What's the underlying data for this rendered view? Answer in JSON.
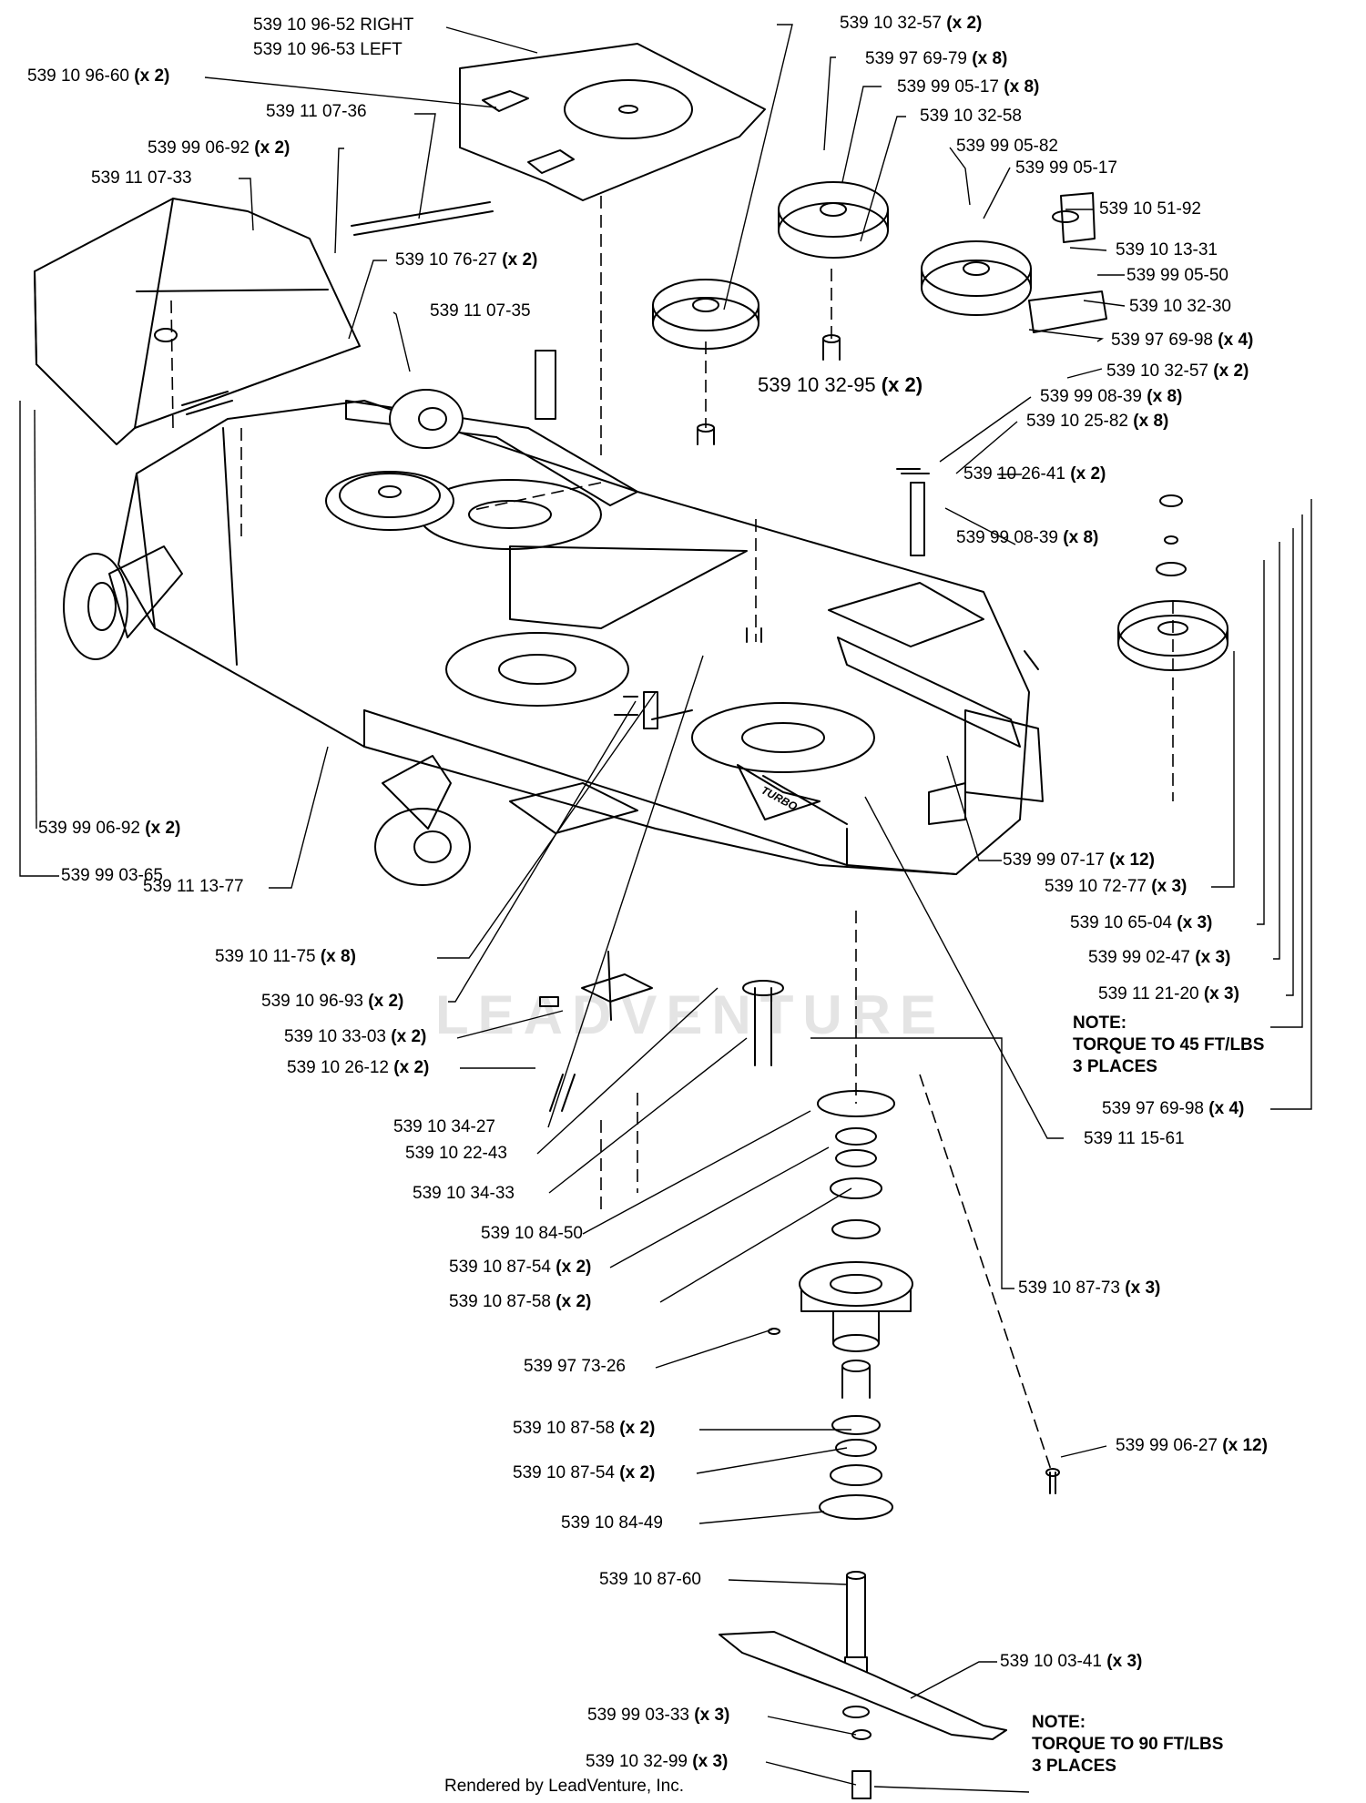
{
  "watermark": "LEADVENTURE",
  "footer": "Rendered by LeadVenture, Inc.",
  "deck_logo": "TURBO",
  "notes": {
    "note_upper": {
      "line1": "NOTE:",
      "line2": "TORQUE TO 45 FT/LBS",
      "line3": "3 PLACES"
    },
    "note_lower": {
      "line1": "NOTE:",
      "line2": "TORQUE TO 90 FT/LBS",
      "line3": "3 PLACES"
    }
  },
  "labels": {
    "p01": {
      "part": "539 10 96-52 RIGHT",
      "qty": ""
    },
    "p02": {
      "part": "539 10 96-53 LEFT",
      "qty": ""
    },
    "p03": {
      "part": "539 10 96-60",
      "qty": "(x 2)"
    },
    "p04": {
      "part": "539 11 07-36",
      "qty": ""
    },
    "p05": {
      "part": "539 99 06-92",
      "qty": "(x 2)"
    },
    "p06": {
      "part": "539 11 07-33",
      "qty": ""
    },
    "p07": {
      "part": "539 10 76-27",
      "qty": "(x 2)"
    },
    "p08": {
      "part": "539 11 07-35",
      "qty": ""
    },
    "p09": {
      "part": "539 10 32-57",
      "qty": "(x 2)"
    },
    "p10": {
      "part": "539 97 69-79",
      "qty": "(x 8)"
    },
    "p11": {
      "part": "539 99 05-17",
      "qty": "(x 8)"
    },
    "p12": {
      "part": "539 10 32-58",
      "qty": ""
    },
    "p13": {
      "part": "539 99 05-82",
      "qty": ""
    },
    "p14": {
      "part": "539 99 05-17",
      "qty": ""
    },
    "p15": {
      "part": "539 10 51-92",
      "qty": ""
    },
    "p16": {
      "part": "539 10 13-31",
      "qty": ""
    },
    "p17": {
      "part": "539 99 05-50",
      "qty": ""
    },
    "p18": {
      "part": "539 10 32-30",
      "qty": ""
    },
    "p19": {
      "part": "539 97 69-98",
      "qty": "(x 4)"
    },
    "p20": {
      "part": "539 10 32-57",
      "qty": "(x 2)"
    },
    "p21": {
      "part": "539 10 32-95",
      "qty": "(x 2)"
    },
    "p22": {
      "part": "539 99 08-39",
      "qty": "(x 8)"
    },
    "p23": {
      "part": "539 10 25-82",
      "qty": "(x 8)"
    },
    "p24": {
      "part": "539 10 26-41",
      "qty": "(x 2)"
    },
    "p25": {
      "part": "539 99 08-39",
      "qty": "(x 8)"
    },
    "p26": {
      "part": "539 99 06-92",
      "qty": "(x 2)"
    },
    "p27": {
      "part": "539 99 03-65",
      "qty": ""
    },
    "p28": {
      "part": "539 11 13-77",
      "qty": ""
    },
    "p29": {
      "part": "539 10 11-75",
      "qty": "(x 8)"
    },
    "p30": {
      "part": "539 10 96-93",
      "qty": "(x 2)"
    },
    "p31": {
      "part": "539 10 33-03",
      "qty": "(x 2)"
    },
    "p32": {
      "part": "539 10 26-12",
      "qty": "(x 2)"
    },
    "p33": {
      "part": "539 99 07-17",
      "qty": "(x 12)"
    },
    "p34": {
      "part": "539 10 72-77",
      "qty": "(x 3)"
    },
    "p35": {
      "part": "539 10 65-04",
      "qty": "(x 3)"
    },
    "p36": {
      "part": "539 99 02-47",
      "qty": "(x 3)"
    },
    "p37": {
      "part": "539 11 21-20",
      "qty": "(x 3)"
    },
    "p38": {
      "part": "539 97 69-98",
      "qty": "(x 4)"
    },
    "p39": {
      "part": "539 10 34-27",
      "qty": ""
    },
    "p40": {
      "part": "539 10 22-43",
      "qty": ""
    },
    "p41": {
      "part": "539 11 15-61",
      "qty": ""
    },
    "p42": {
      "part": "539 10 34-33",
      "qty": ""
    },
    "p43": {
      "part": "539 10 84-50",
      "qty": ""
    },
    "p44": {
      "part": "539 10 87-54",
      "qty": "(x 2)"
    },
    "p45": {
      "part": "539 10 87-58",
      "qty": "(x 2)"
    },
    "p46": {
      "part": "539 10 87-73",
      "qty": "(x 3)"
    },
    "p47": {
      "part": "539 97 73-26",
      "qty": ""
    },
    "p48": {
      "part": "539 10 87-58",
      "qty": "(x 2)"
    },
    "p49": {
      "part": "539 99 06-27",
      "qty": "(x 12)"
    },
    "p50": {
      "part": "539 10 87-54",
      "qty": "(x 2)"
    },
    "p51": {
      "part": "539 10 84-49",
      "qty": ""
    },
    "p52": {
      "part": "539 10 87-60",
      "qty": ""
    },
    "p53": {
      "part": "539 10 03-41",
      "qty": "(x 3)"
    },
    "p54": {
      "part": "539 99 03-33",
      "qty": "(x 3)"
    },
    "p55": {
      "part": "539 10 32-99",
      "qty": "(x 3)"
    }
  }
}
